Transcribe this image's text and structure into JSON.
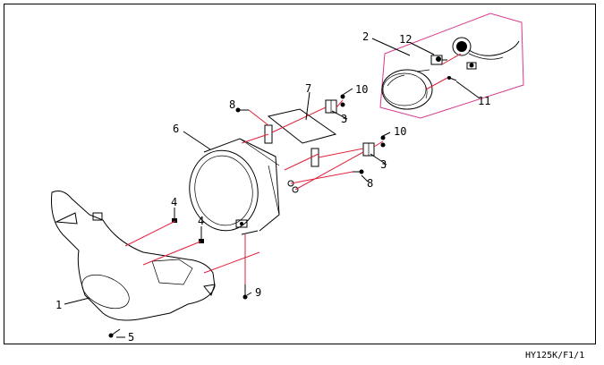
{
  "drawing_code": "HY125K/F1/1",
  "callouts": {
    "c1": "1",
    "c2": "2",
    "c3a": "3",
    "c3b": "3",
    "c4a": "4",
    "c4b": "4",
    "c5": "5",
    "c6": "6",
    "c7": "7",
    "c8a": "8",
    "c8b": "8",
    "c9": "9",
    "c10a": "10",
    "c10b": "10",
    "c11": "11",
    "c12": "12"
  },
  "colors": {
    "highlight_box": "#d63a8c",
    "leader_red": "#e0213a",
    "ink": "#000000"
  }
}
